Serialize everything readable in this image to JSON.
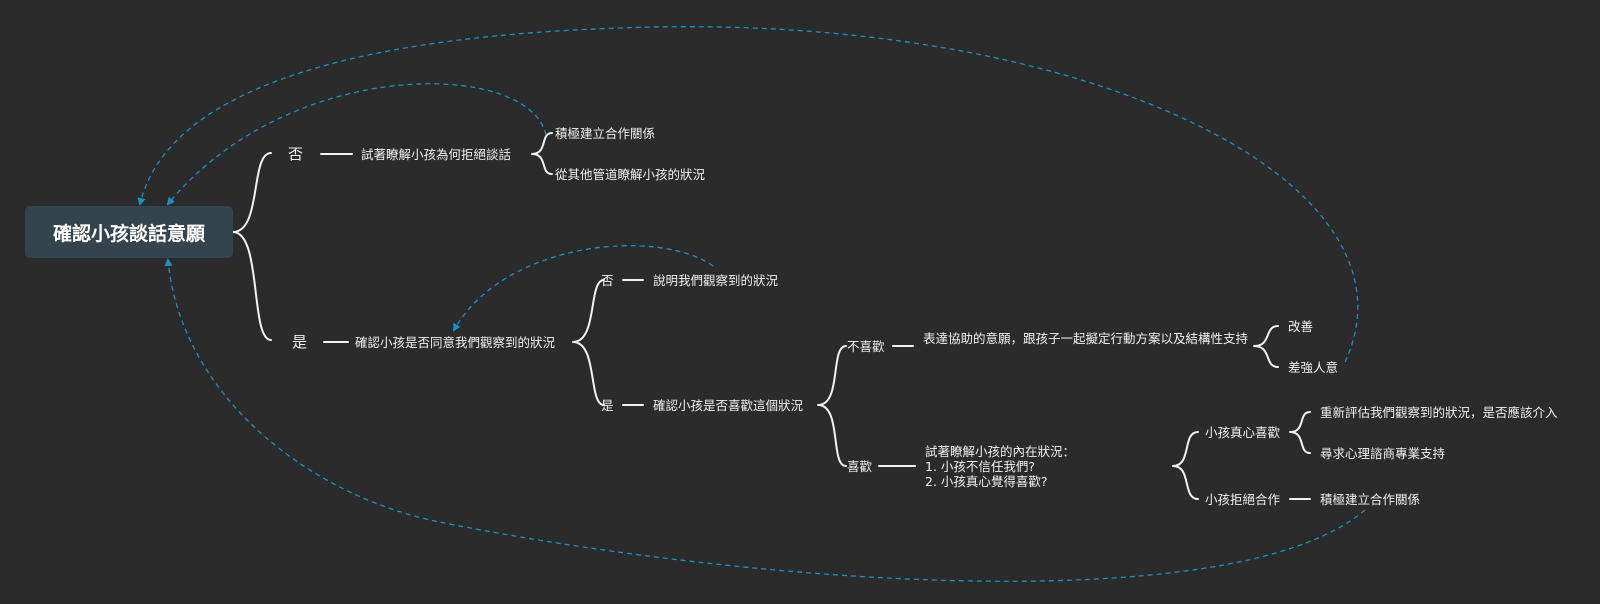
{
  "root": {
    "label": "確認小孩談話意願"
  },
  "nodes": {
    "no": "否",
    "yes": "是",
    "understand_refusal": "試著瞭解小孩為何拒絕談話",
    "build_cooperation_1": "積極建立合作關係",
    "other_channels": "從其他管道瞭解小孩的狀況",
    "confirm_agree": "確認小孩是否同意我們觀察到的狀況",
    "agree_no": "否",
    "agree_yes": "是",
    "explain_observed": "說明我們觀察到的狀況",
    "confirm_like": "確認小孩是否喜歡這個狀況",
    "dislike": "不喜歡",
    "like": "喜歡",
    "express_help": "表達協助的意願，跟孩子一起擬定行動方案以及結構性支持",
    "improve": "改善",
    "barely_ok": "差強人意",
    "inner_state_title": "試著瞭解小孩的內在狀況：",
    "inner_state_1": "1. 小孩不信任我們?",
    "inner_state_2": "2. 小孩真心覺得喜歡?",
    "truly_like": "小孩真心喜歡",
    "refuse_coop": "小孩拒絕合作",
    "reassess": "重新評估我們觀察到的狀況，是否應該介入",
    "counseling": "尋求心理諮商專業支持",
    "build_cooperation_2": "積極建立合作關係"
  },
  "colors": {
    "background": "#2b2b2c",
    "root_fill": "#34444c",
    "connector": "#f2f2f2",
    "relation": "#1e8fc6"
  }
}
